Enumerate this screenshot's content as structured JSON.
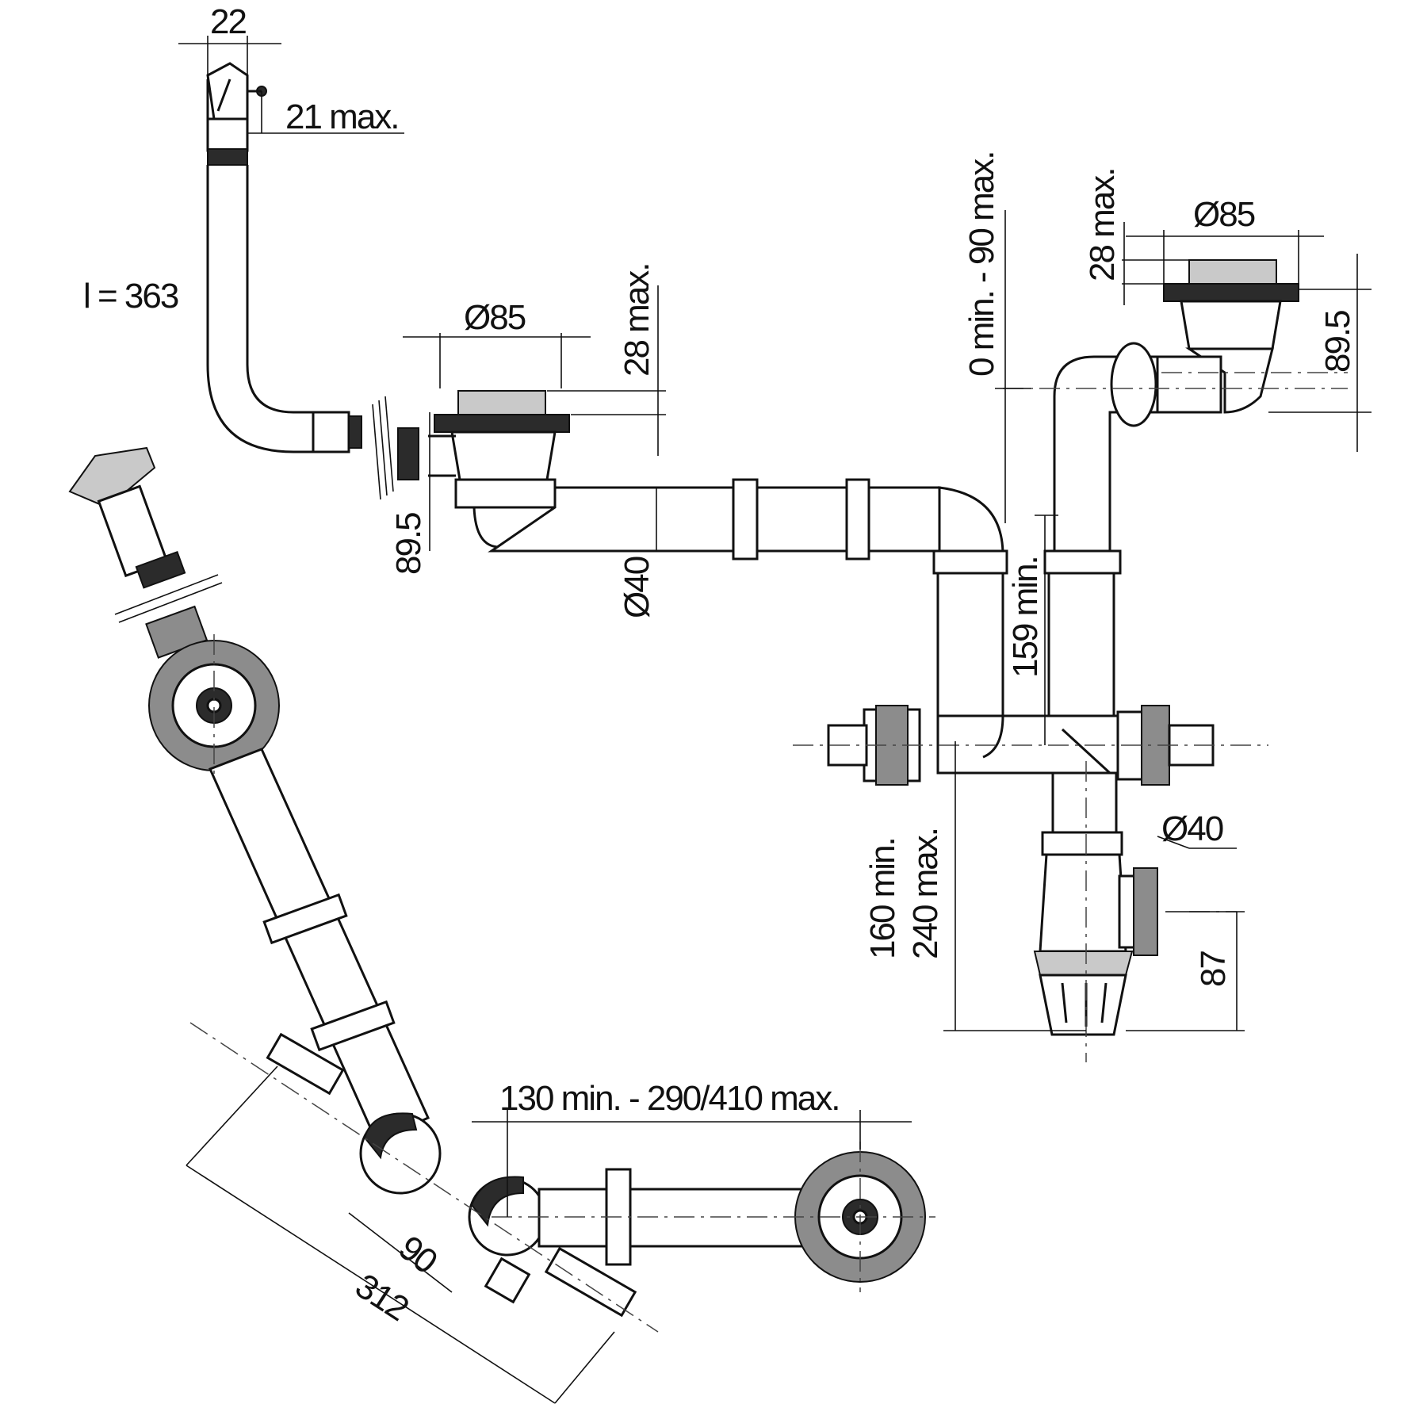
{
  "dimensions": {
    "overflow_width": "22",
    "overflow_height": "21 max.",
    "hose_length": "l = 363",
    "left_strainer_dia": "Ø85",
    "left_flange_height": "28 max.",
    "left_strainer_depth": "89.5",
    "pipe_dia_upper": "Ø40",
    "adjust_height": "0 min. - 90 max.",
    "right_flange_height": "28 max.",
    "right_strainer_dia": "Ø85",
    "right_strainer_depth": "89.5",
    "vertical_min": "159 min.",
    "outlet_min": "160 min.",
    "outlet_max": "240 max.",
    "pipe_dia_lower": "Ø40",
    "trap_height": "87",
    "horizontal_span": "130 min. - 290/410 max.",
    "angle_offset": "90",
    "diagonal_length": "312"
  }
}
